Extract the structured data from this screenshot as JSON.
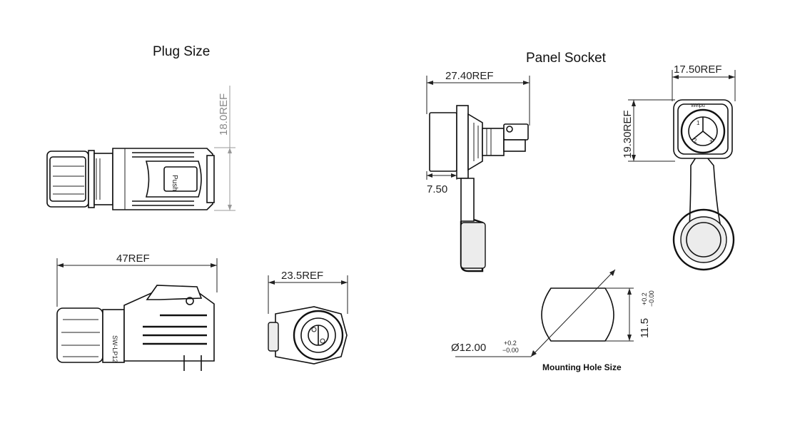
{
  "labels": {
    "plug_title": "Plug  Size",
    "panel_title": "Panel  Socket",
    "mounting_title": "Mounting Hole Size",
    "push_text": "Push",
    "plug_height": "18.0REF",
    "plug_length": "47REF",
    "plug_front_width": "23.5REF",
    "socket_length": "27.40REF",
    "socket_flange": "7.50",
    "socket_width": "17.50REF",
    "socket_height": "19.30REF",
    "hole_diameter": "Ø12.00",
    "hole_diameter_tol_upper": "+0.2",
    "hole_diameter_tol_lower": "−0.00",
    "hole_flat": "11.5",
    "hole_flat_tol_upper": "+0.2",
    "hole_flat_tol_lower": "−0.00"
  }
}
